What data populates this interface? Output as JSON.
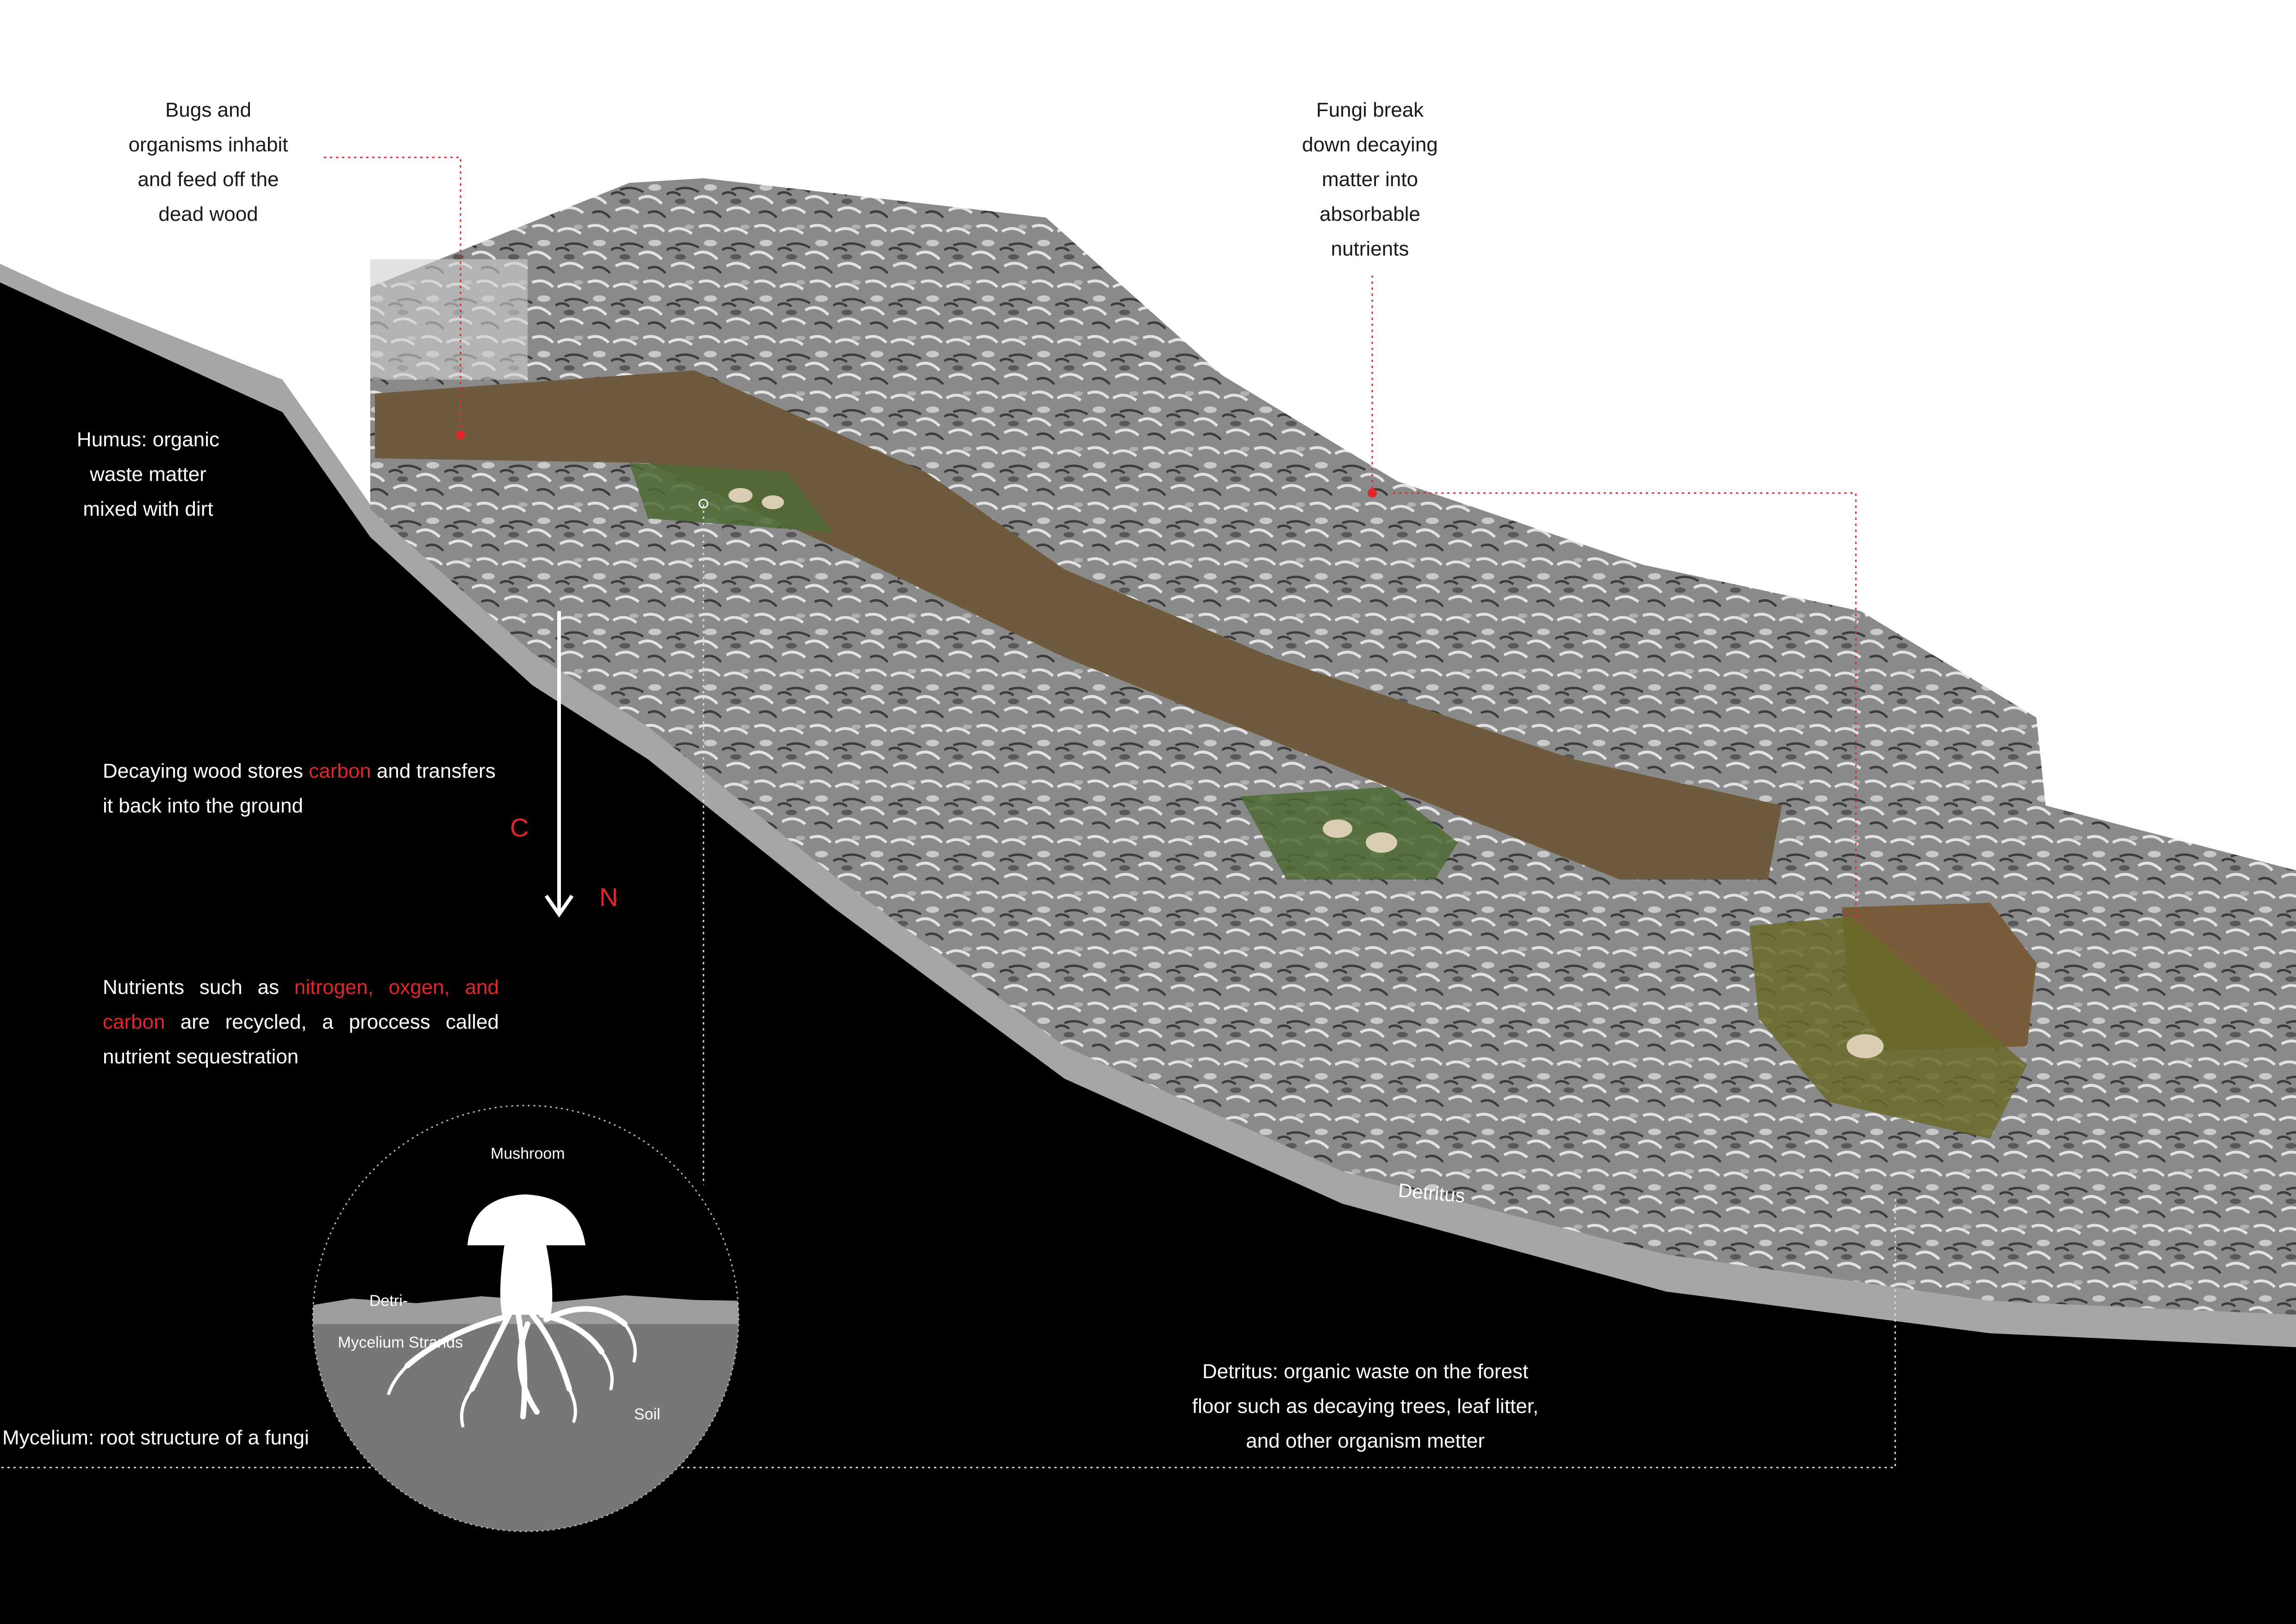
{
  "colors": {
    "background": "#ffffff",
    "ground": "#000000",
    "detritus_band": "#a6a6a6",
    "soil": "#777777",
    "accent_red": "#e0262b",
    "wood": "#6e5a3c"
  },
  "labels": {
    "bugs": [
      "Bugs and",
      "organisms inhabit",
      "and feed off the",
      "dead wood"
    ],
    "fungi_break": [
      "Fungi break",
      "down decaying",
      "matter into",
      "absorbable",
      "nutrients"
    ],
    "humus": [
      "Humus: organic",
      "waste matter",
      "mixed with dirt"
    ],
    "decaying": {
      "line1_pre": "Decaying wood stores ",
      "line1_red": "carbon",
      "line1_post": " and transfers",
      "line2": "it back into the ground"
    },
    "flow_c": "C",
    "flow_n": "N",
    "nutrients": {
      "line1_pre": "Nutrients such as ",
      "line1_red": "nitrogen, oxgen, and",
      "line2_red": "carbon",
      "line2_post": "  are recycled, a proccess called",
      "line3": "nutrient sequestration"
    },
    "detritus_band": "Detritus",
    "detritus_def": [
      "Detritus: organic waste on the forest",
      "floor such as decaying trees, leaf litter,",
      "and other organism metter"
    ],
    "mycelium_def": "Mycelium: root structure of a fungi",
    "inset": {
      "mushroom": "Mushroom",
      "detri": "Detri-",
      "mycelium_strands": "Mycelium Strands",
      "soil": "Soil"
    }
  }
}
